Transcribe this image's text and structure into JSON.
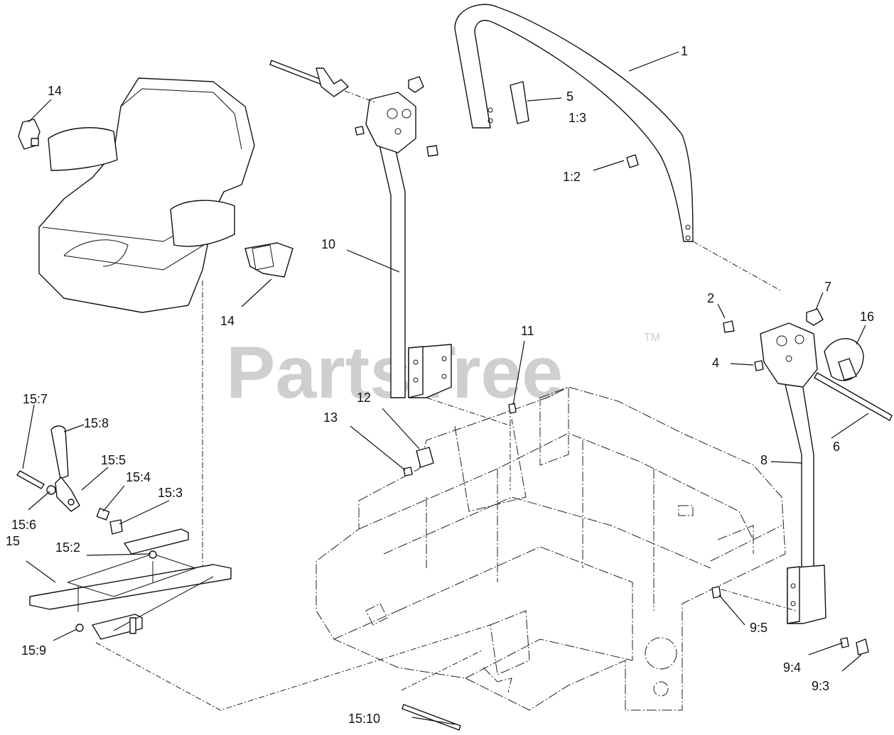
{
  "watermark": {
    "text": "PartsTree",
    "trademark": "TM"
  },
  "callouts": [
    {
      "id": "1",
      "label": "1"
    },
    {
      "id": "1-3",
      "label": "1:3"
    },
    {
      "id": "1-2",
      "label": "1:2"
    },
    {
      "id": "2",
      "label": "2"
    },
    {
      "id": "4",
      "label": "4"
    },
    {
      "id": "5",
      "label": "5"
    },
    {
      "id": "6",
      "label": "6"
    },
    {
      "id": "7",
      "label": "7"
    },
    {
      "id": "8",
      "label": "8"
    },
    {
      "id": "9-3",
      "label": "9:3"
    },
    {
      "id": "9-4",
      "label": "9:4"
    },
    {
      "id": "9-5",
      "label": "9:5"
    },
    {
      "id": "10",
      "label": "10"
    },
    {
      "id": "11",
      "label": "11"
    },
    {
      "id": "12",
      "label": "12"
    },
    {
      "id": "13",
      "label": "13"
    },
    {
      "id": "14a",
      "label": "14"
    },
    {
      "id": "14b",
      "label": "14"
    },
    {
      "id": "15",
      "label": "15"
    },
    {
      "id": "15-2",
      "label": "15:2"
    },
    {
      "id": "15-3",
      "label": "15:3"
    },
    {
      "id": "15-4",
      "label": "15:4"
    },
    {
      "id": "15-5",
      "label": "15:5"
    },
    {
      "id": "15-6",
      "label": "15:6"
    },
    {
      "id": "15-7",
      "label": "15:7"
    },
    {
      "id": "15-8",
      "label": "15:8"
    },
    {
      "id": "15-9",
      "label": "15:9"
    },
    {
      "id": "15-10",
      "label": "15:10"
    },
    {
      "id": "16",
      "label": "16"
    }
  ]
}
